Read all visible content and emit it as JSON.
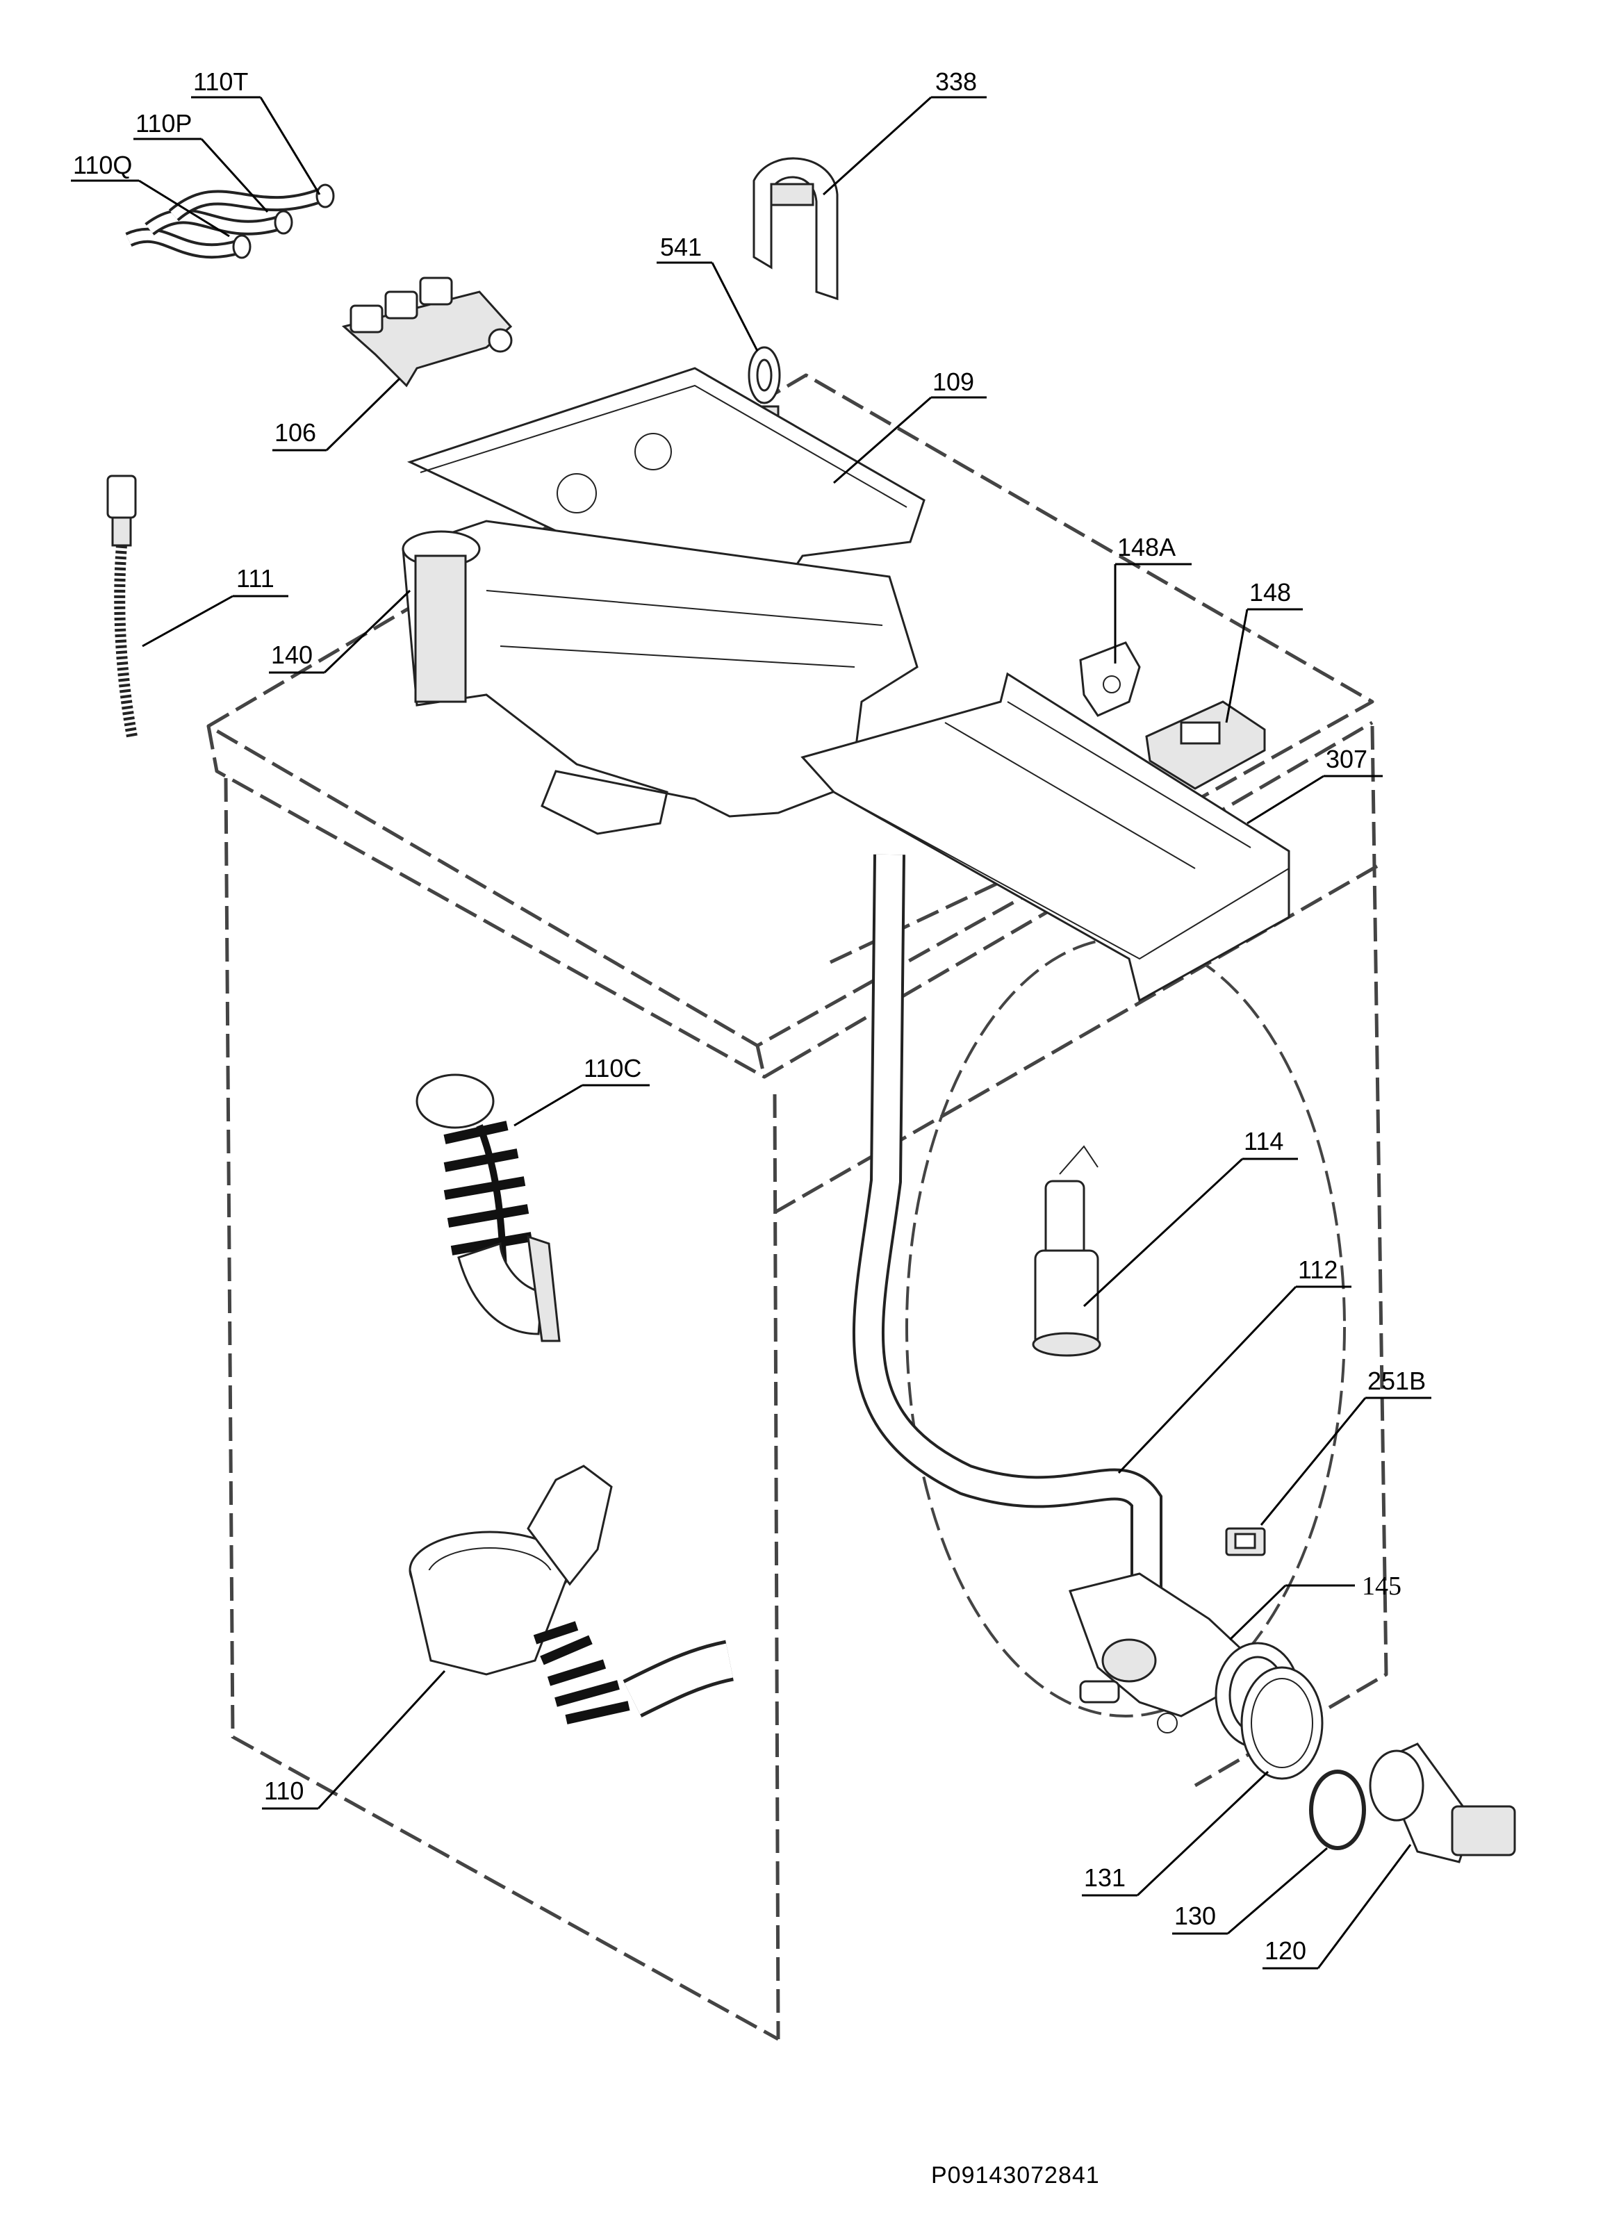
{
  "diagram": {
    "document_code": "P09143072841",
    "callouts": [
      {
        "id": "110T",
        "label": "110T"
      },
      {
        "id": "110P",
        "label": "110P"
      },
      {
        "id": "110Q",
        "label": "110Q"
      },
      {
        "id": "338",
        "label": "338"
      },
      {
        "id": "541",
        "label": "541"
      },
      {
        "id": "106",
        "label": "106"
      },
      {
        "id": "109",
        "label": "109"
      },
      {
        "id": "111",
        "label": "111"
      },
      {
        "id": "140",
        "label": "140"
      },
      {
        "id": "148A",
        "label": "148A"
      },
      {
        "id": "148",
        "label": "148"
      },
      {
        "id": "307",
        "label": "307"
      },
      {
        "id": "110C",
        "label": "110C"
      },
      {
        "id": "114",
        "label": "114"
      },
      {
        "id": "112",
        "label": "112"
      },
      {
        "id": "251B",
        "label": "251B"
      },
      {
        "id": "145",
        "label": "145"
      },
      {
        "id": "110",
        "label": "110"
      },
      {
        "id": "131",
        "label": "131"
      },
      {
        "id": "130",
        "label": "130"
      },
      {
        "id": "120",
        "label": "120"
      }
    ]
  }
}
